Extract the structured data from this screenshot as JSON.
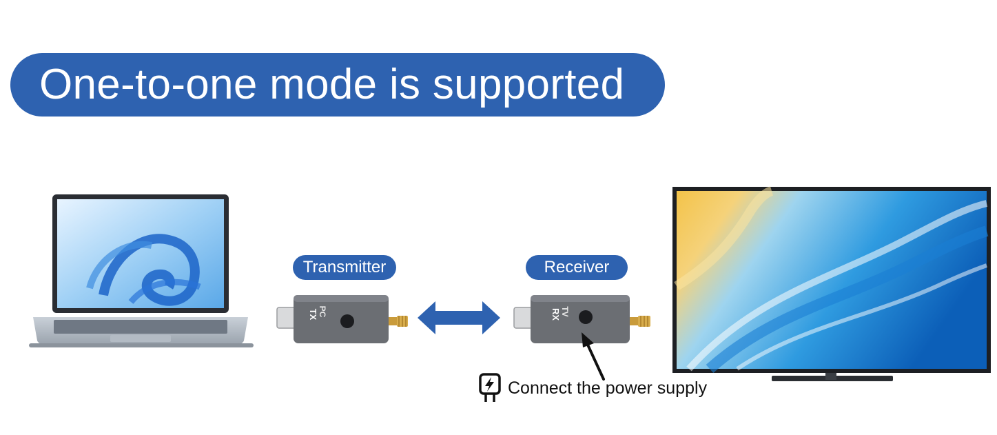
{
  "title": "One-to-one mode is supported",
  "transmitter": {
    "label": "Transmitter",
    "device_text_top": "PC",
    "device_text_bottom": "TX"
  },
  "receiver": {
    "label": "Receiver",
    "device_text_top": "TV",
    "device_text_bottom": "RX"
  },
  "power_note": {
    "icon": "power-plug-icon",
    "text": "Connect the power supply"
  },
  "colors": {
    "accent": "#2e62b0",
    "device_body": "#6b6e73",
    "text": "#111111"
  }
}
